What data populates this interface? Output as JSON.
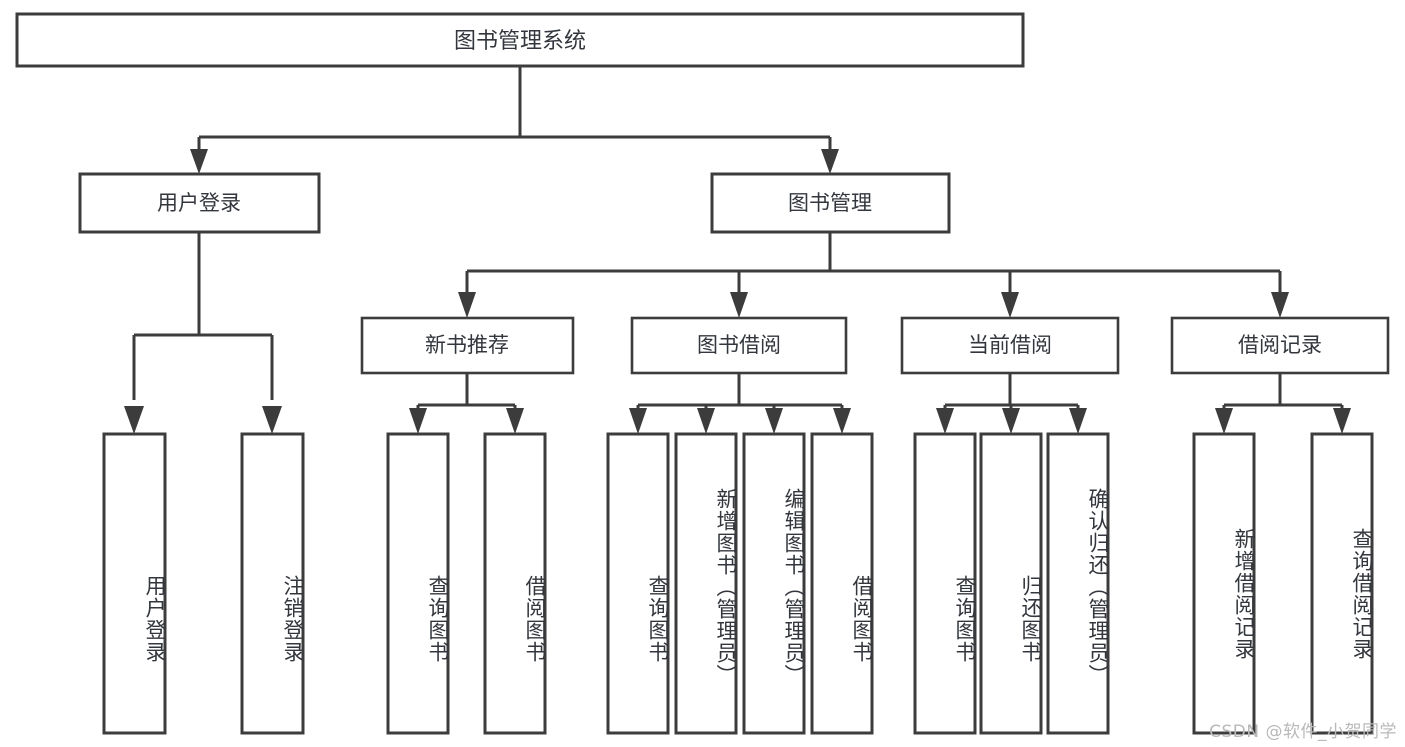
{
  "diagram": {
    "type": "tree",
    "title": "图书管理系统",
    "root": {
      "label": "图书管理系统"
    },
    "level2": [
      {
        "label": "用户登录"
      },
      {
        "label": "图书管理"
      }
    ],
    "level3": [
      {
        "label": "新书推荐"
      },
      {
        "label": "图书借阅"
      },
      {
        "label": "当前借阅"
      },
      {
        "label": "借阅记录"
      }
    ],
    "leaves": {
      "user_login": [
        {
          "label": "用户登录"
        },
        {
          "label": "注销登录"
        }
      ],
      "new_book_recommend": [
        {
          "label": "查询图书"
        },
        {
          "label": "借阅图书"
        }
      ],
      "book_borrow": [
        {
          "label": "查询图书"
        },
        {
          "label": "新增图书（管理员）"
        },
        {
          "label": "编辑图书（管理员）"
        },
        {
          "label": "借阅图书"
        }
      ],
      "current_borrow": [
        {
          "label": "查询图书"
        },
        {
          "label": "归还图书"
        },
        {
          "label": "确认归还（管理员）"
        }
      ],
      "borrow_record": [
        {
          "label": "新增借阅记录"
        },
        {
          "label": "查询借阅记录"
        }
      ]
    }
  },
  "watermark": {
    "text": "CSDN @软件_小贺同学"
  },
  "colors": {
    "stroke": "#3c3c3c",
    "text": "#33373d",
    "background": "#ffffff",
    "watermark": "#b9b9b9"
  }
}
